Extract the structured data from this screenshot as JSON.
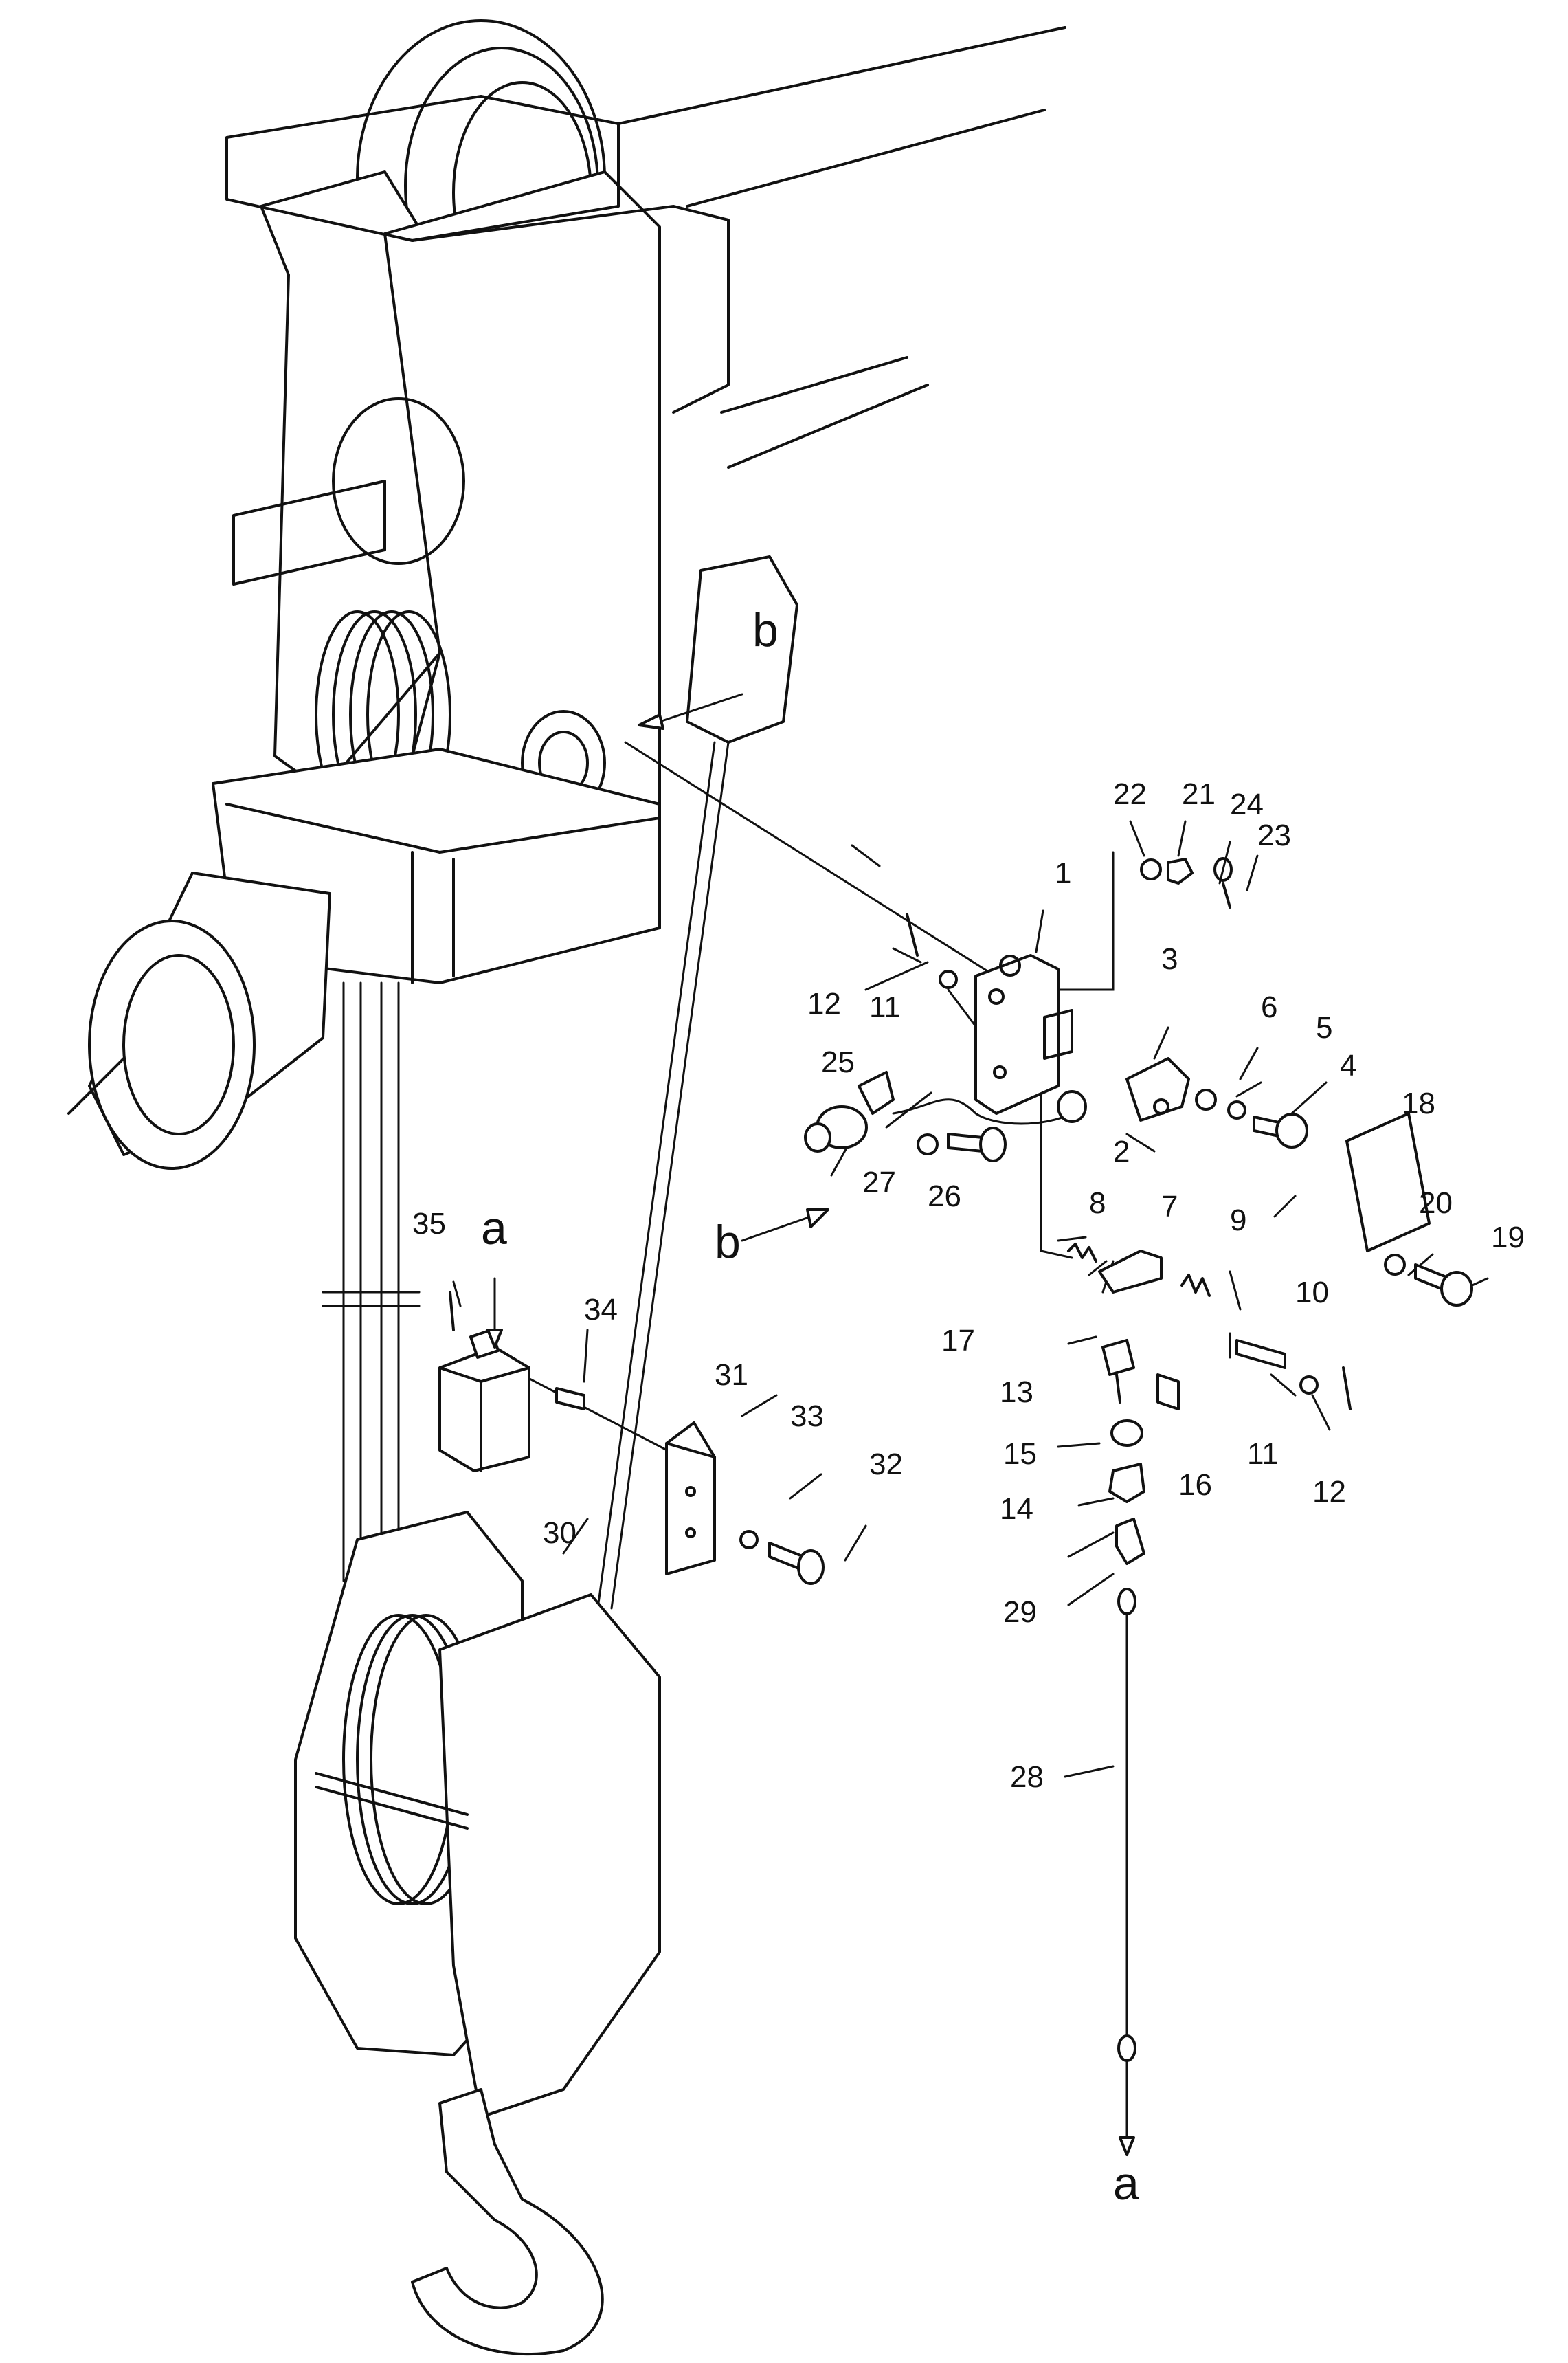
{
  "diagram": {
    "parts": [
      {
        "id": "1",
        "label": "1"
      },
      {
        "id": "2",
        "label": "2"
      },
      {
        "id": "3",
        "label": "3"
      },
      {
        "id": "4",
        "label": "4"
      },
      {
        "id": "5",
        "label": "5"
      },
      {
        "id": "6",
        "label": "6"
      },
      {
        "id": "7",
        "label": "7"
      },
      {
        "id": "8",
        "label": "8"
      },
      {
        "id": "9",
        "label": "9"
      },
      {
        "id": "10",
        "label": "10"
      },
      {
        "id": "11a",
        "label": "11"
      },
      {
        "id": "11b",
        "label": "11"
      },
      {
        "id": "12a",
        "label": "12"
      },
      {
        "id": "12b",
        "label": "12"
      },
      {
        "id": "13",
        "label": "13"
      },
      {
        "id": "14",
        "label": "14"
      },
      {
        "id": "15",
        "label": "15"
      },
      {
        "id": "16",
        "label": "16"
      },
      {
        "id": "17",
        "label": "17"
      },
      {
        "id": "18",
        "label": "18"
      },
      {
        "id": "19",
        "label": "19"
      },
      {
        "id": "20",
        "label": "20"
      },
      {
        "id": "21",
        "label": "21"
      },
      {
        "id": "22",
        "label": "22"
      },
      {
        "id": "23",
        "label": "23"
      },
      {
        "id": "24",
        "label": "24"
      },
      {
        "id": "25",
        "label": "25"
      },
      {
        "id": "26",
        "label": "26"
      },
      {
        "id": "27",
        "label": "27"
      },
      {
        "id": "28",
        "label": "28"
      },
      {
        "id": "29",
        "label": "29"
      },
      {
        "id": "30",
        "label": "30"
      },
      {
        "id": "31",
        "label": "31"
      },
      {
        "id": "32",
        "label": "32"
      },
      {
        "id": "33",
        "label": "33"
      },
      {
        "id": "34",
        "label": "34"
      },
      {
        "id": "35",
        "label": "35"
      }
    ],
    "refs": {
      "b_top": "b",
      "b_left": "b",
      "a_top": "a",
      "a_bottom": "a"
    }
  }
}
